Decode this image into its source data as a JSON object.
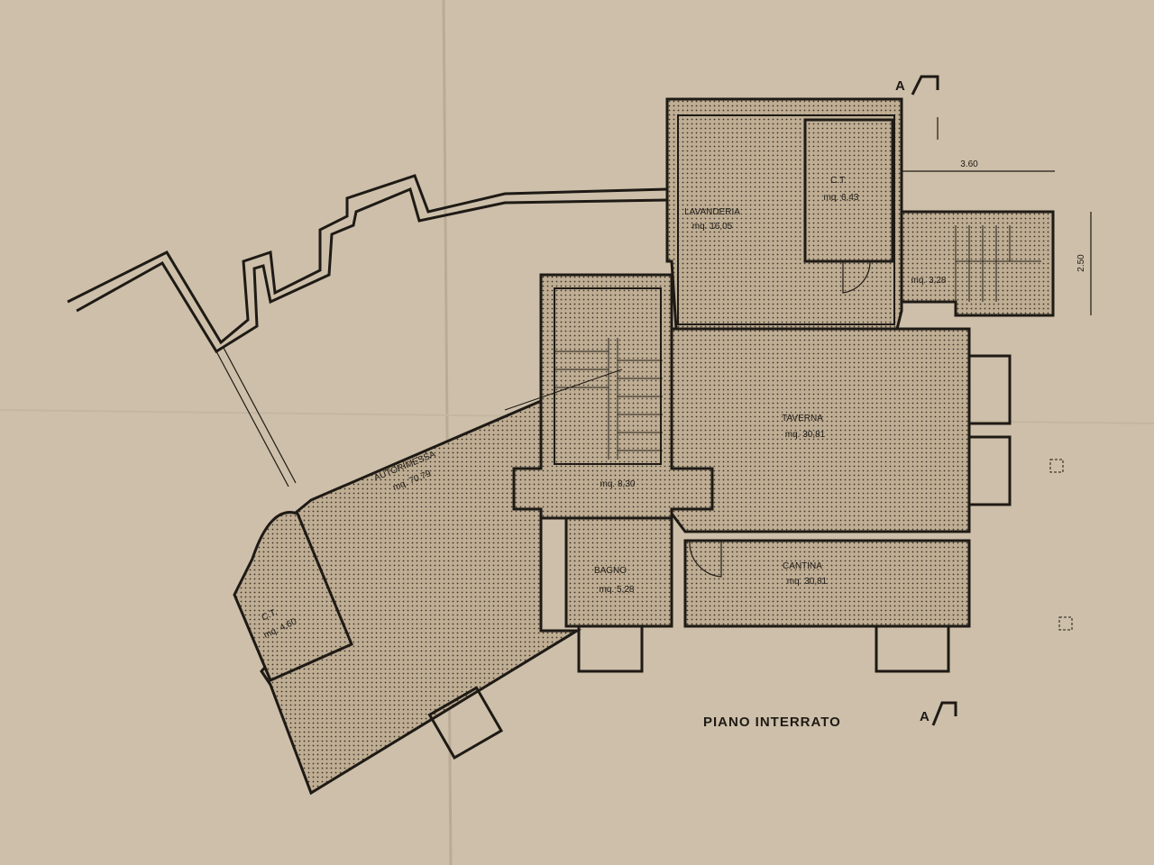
{
  "plan": {
    "title": "PIANO INTERRATO",
    "section_marker": "A",
    "dimensions": {
      "width": "3.60",
      "height": "2.50"
    },
    "rooms": {
      "lavanderia": {
        "name": "LAVANDERIA",
        "area": "mq. 16,05"
      },
      "ct_top": {
        "name": "C.T.",
        "area": "mq. 6,43"
      },
      "stair_small": {
        "area": "mq. 3,28"
      },
      "taverna": {
        "name": "TAVERNA",
        "area": "mq. 30,81"
      },
      "autorimessa": {
        "name": "AUTORIMESSA",
        "area": "mq. 70,79"
      },
      "disimpegno": {
        "area": "mq. 8,30"
      },
      "bagno": {
        "name": "BAGNO",
        "area": "mq. 5,28"
      },
      "cantina": {
        "name": "CANTINA",
        "area": "mq. 30,81"
      },
      "ct_left": {
        "name": "C.T.",
        "area": "mq. 4,60"
      }
    }
  },
  "colors": {
    "paper": "#cdbfa9",
    "ink": "#1e1a15",
    "fill": "#bfae94"
  }
}
